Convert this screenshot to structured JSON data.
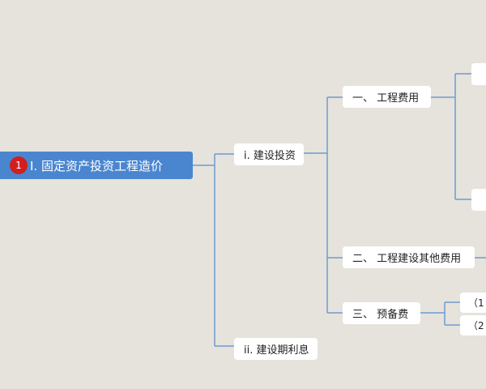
{
  "root": {
    "badge": "1",
    "label": "I. 固定资产投资工程造价"
  },
  "level1": [
    {
      "label": "i. 建设投资"
    },
    {
      "label": "ii. 建设期利息"
    }
  ],
  "level2": [
    {
      "label": "一、 工程费用"
    },
    {
      "label": "二、 工程建设其他费用"
    },
    {
      "label": "三、 预备费"
    }
  ],
  "level3_partial": [
    {
      "label": "（1"
    },
    {
      "label": "（2"
    }
  ],
  "colors": {
    "background": "#e6e3dc",
    "root_fill": "#4a86d0",
    "badge_fill": "#d11f1f",
    "connector": "#6f9bd0",
    "node_fill": "#ffffff"
  }
}
